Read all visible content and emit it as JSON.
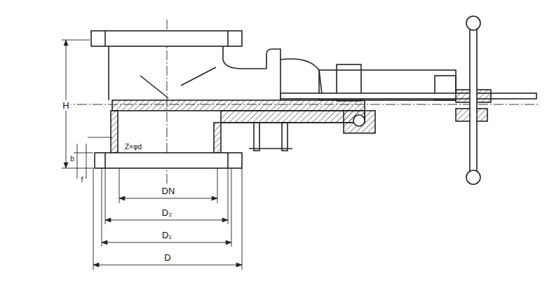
{
  "diagram": {
    "labels": [
      "H",
      "Z×φd",
      "b",
      "f",
      "DN",
      "D₂",
      "D₁",
      "D"
    ]
  }
}
